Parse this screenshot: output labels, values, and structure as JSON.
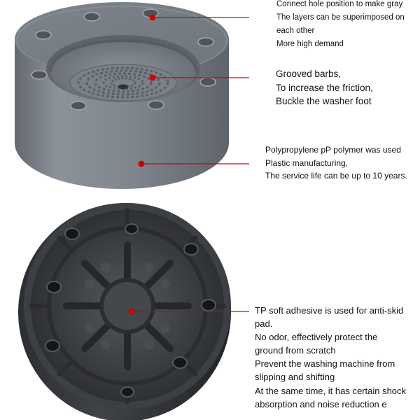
{
  "callouts": [
    {
      "id": "connect-hole",
      "lines": [
        "Connect hole position to make gray",
        "The layers can be superimposed on",
        "each other",
        "More high demand"
      ]
    },
    {
      "id": "grooved-barbs",
      "lines": [
        "Grooved barbs,",
        "To increase the friction,",
        "Buckle the washer foot"
      ]
    },
    {
      "id": "polypropylene",
      "lines": [
        "Polypropylene pP polymer was used",
        "Plastic manufacturing,",
        "The service life can be up to 10 years."
      ]
    },
    {
      "id": "tp-soft-adhesive",
      "lines": [
        "TP soft adhesive is used for anti-skid",
        "pad.",
        "No odor, effectively protect the",
        "ground from scratch",
        "Prevent the washing machine from",
        "slipping and shifting",
        "At the same time, it has certain shock",
        "absorption and noise reduction e"
      ]
    }
  ],
  "colors": {
    "pointer": "#d40000",
    "top_pad": "#7f858d",
    "bottom_pad": "#3b3d41"
  },
  "icons": {
    "pointer_dot": "red-dot-icon"
  }
}
